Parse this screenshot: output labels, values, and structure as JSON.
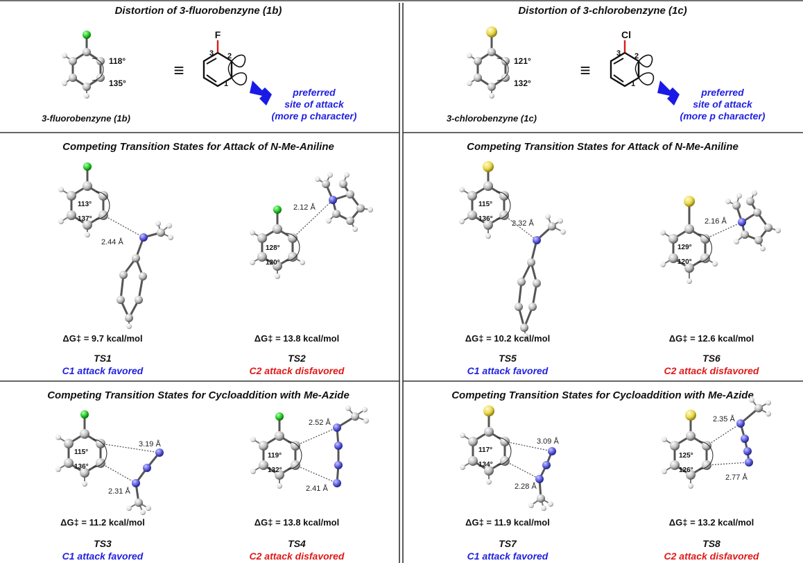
{
  "left": {
    "distortion_title": "Distortion of 3-fluorobenzyne (1b)",
    "molecule_label": "3-fluorobenzyne (1b)",
    "angle_top": "118°",
    "angle_bottom": "135°",
    "halogen": "F",
    "halogen_color": "#22cc22",
    "ring_numbers": [
      "3",
      "2",
      "1"
    ],
    "equiv": "≡",
    "preferred": [
      "preferred",
      "site of attack",
      "(more p character)"
    ],
    "aniline_title": "Competing Transition States for Attack of N-Me-Aniline",
    "ts_a": {
      "name": "TS1",
      "energy": "ΔG‡ = 9.7 kcal/mol",
      "note": "C1 attack favored",
      "angle1": "113°",
      "angle2": "137°",
      "dist": "2.44 Å"
    },
    "ts_b": {
      "name": "TS2",
      "energy": "ΔG‡ = 13.8 kcal/mol",
      "note": "C2 attack disfavored",
      "angle1": "128°",
      "angle2": "120°",
      "dist": "2.12 Å"
    },
    "azide_title": "Competing Transition States for Cycloaddition with Me-Azide",
    "ts_c": {
      "name": "TS3",
      "energy": "ΔG‡ = 11.2 kcal/mol",
      "note": "C1 attack favored",
      "angle1": "115°",
      "angle2": "136°",
      "dist1": "3.19 Å",
      "dist2": "2.31 Å"
    },
    "ts_d": {
      "name": "TS4",
      "energy": "ΔG‡ = 13.8 kcal/mol",
      "note": "C2 attack disfavored",
      "angle1": "119°",
      "angle2": "132°",
      "dist1": "2.52 Å",
      "dist2": "2.41 Å"
    }
  },
  "right": {
    "distortion_title": "Distortion of 3-chlorobenzyne (1c)",
    "molecule_label": "3-chlorobenzyne (1c)",
    "angle_top": "121°",
    "angle_bottom": "132°",
    "halogen": "Cl",
    "halogen_color": "#e8d84a",
    "ring_numbers": [
      "3",
      "2",
      "1"
    ],
    "equiv": "≡",
    "preferred": [
      "preferred",
      "site of attack",
      "(more p character)"
    ],
    "aniline_title": "Competing Transition States for Attack of N-Me-Aniline",
    "ts_a": {
      "name": "TS5",
      "energy": "ΔG‡ = 10.2 kcal/mol",
      "note": "C1 attack favored",
      "angle1": "115°",
      "angle2": "136°",
      "dist": "2.32 Å"
    },
    "ts_b": {
      "name": "TS6",
      "energy": "ΔG‡ = 12.6 kcal/mol",
      "note": "C2 attack disfavored",
      "angle1": "129°",
      "angle2": "120°",
      "dist": "2.16 Å"
    },
    "azide_title": "Competing Transition States for Cycloaddition with Me-Azide",
    "ts_c": {
      "name": "TS7",
      "energy": "ΔG‡ = 11.9 kcal/mol",
      "note": "C1 attack favored",
      "angle1": "117°",
      "angle2": "134°",
      "dist1": "3.09 Å",
      "dist2": "2.28 Å"
    },
    "ts_d": {
      "name": "TS8",
      "energy": "ΔG‡ = 13.2 kcal/mol",
      "note": "C2 attack disfavored",
      "angle1": "125°",
      "angle2": "126°",
      "dist1": "2.35 Å",
      "dist2": "2.77 Å"
    }
  },
  "colors": {
    "carbon": "#cfcfcf",
    "hydrogen": "#f2f2f2",
    "nitrogen": "#5a5ae0",
    "favored": "#1f1fe0",
    "disfavored": "#e01818",
    "arrow": "#1a1ae6",
    "f_bond": "#e01818"
  }
}
